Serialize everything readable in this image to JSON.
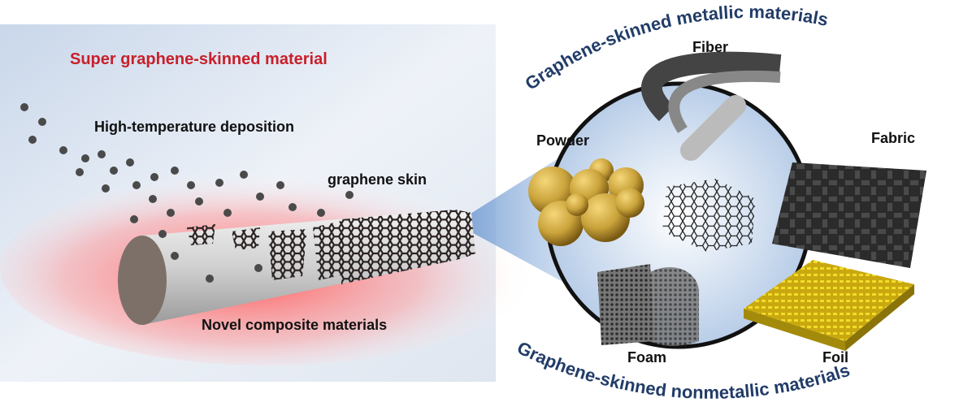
{
  "left_panel": {
    "title": "Super graphene-skinned material",
    "deposition_label": "High-temperature deposition",
    "skin_label": "graphene skin",
    "composite_label": "Novel composite materials"
  },
  "right_panel": {
    "top_arc_label": "Graphene-skinned metallic materials",
    "bottom_arc_label": "Graphene-skinned nonmetallic materials",
    "items": {
      "fiber": "Fiber",
      "powder": "Powder",
      "fabric": "Fabric",
      "foam": "Foam",
      "foil": "Foil"
    }
  },
  "colors": {
    "title_red": "#c8202a",
    "arc_text_navy": "#213c68",
    "graphene": "#2a2222",
    "powder_gold": "#c9a23a",
    "foil_yellow": "#e0c21a"
  }
}
